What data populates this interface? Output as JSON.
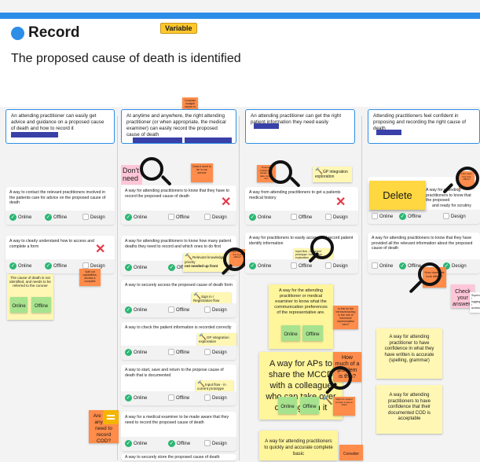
{
  "header": {
    "title": "Record",
    "badge": "Variable",
    "subtitle": "The proposed cause of death is identified",
    "note": "Consider multiple eamer in the outcome"
  },
  "columns": [
    {
      "text": "An attending practitioner can easily get advice and guidance on a proposed cause of death and how to record it"
    },
    {
      "text": "At anytime and anywhere, the right attending practitioner (or when appropriate, the medical examiner) can easily record the proposed cause of death"
    },
    {
      "text": "An attending practitioner can get the right patient information they need easily"
    },
    {
      "text": "Attending practitioners feel confident in proposing and recording the right cause of death"
    }
  ],
  "options": {
    "online": "Online",
    "offline": "Offline",
    "design": "Design"
  },
  "cards": {
    "c1a": "A way to contact the relevant practitioners involved in the patients care for advice on the proposed cause of death",
    "c1b": "A way to clearly understand how to access and complete a form",
    "c2a": "A way for attending practitioners to know that they have to record the proposed cause of death",
    "c2b": "A way for attending practitioners to know how many patient deaths they need to record and which ones to do first",
    "c2c": "A way to securely access the proposed cause of death form",
    "c2d": "A way to check the patient information is recorded correctly",
    "c2e": "A way to start, save and return to the propose cause of death that is documented",
    "c2f": "A way for a medical examiner to be made aware that they need to record the proposed cause of death",
    "c2g": "A way to securely store the proposed cause of death",
    "c3a": "A way from attending practitioners to get a patients medical history",
    "c3b": "A way for practitioners to easily access and record patient identify information",
    "c4a": "A way for attending practitioners to know that the proposed",
    "c4a2": "and ready for scrutiny",
    "c4b": "A way for attending practitioners to know that they have provided all the relevant information about the proposed cause of death"
  },
  "stickies": {
    "online": "Online",
    "offline": "Offline",
    "cause_unknown": "The cause of death is not identified, and needs to be referred to the coroner",
    "split_capabilities": "Split out capabilities: access & complete",
    "dont_need": "Don't need",
    "does_it_need": "Does it need to be in our service",
    "relevant_knowledge": "Relevant knowledge / priority",
    "not_needed": "not needed up front",
    "sign_in": "Sign in / Registration flow",
    "gp_integration": "GP integration exploration",
    "input_flow": "Input flow - in current prototype",
    "are_there": "Are there any that need to record COD?",
    "potential": "Potential intelligence / design: may take care of this",
    "gp_integration2": "GP integration exploration",
    "input_flow2": "Input flow - in current prototype / integration exploration",
    "communication": "A way for the attending practitioner or medical examiner to know what the communication preferences of the representative are.",
    "is_this_for": "Is this for the bereaved/acting in the role of informant/ representative here?",
    "share_mccd": "A way for APs to share the MCCD with a colleague who can take over dealing with it",
    "how_much": "How much of a problem is this?",
    "quick_basic": "A way for attending practitioners to quickly and accurate complete basic",
    "consider": "Consider",
    "delete": "Delete",
    "how_does_offline": "How does this look offline?",
    "how_does_offline2": "How does this look offline?",
    "check_answers": "Check your answers",
    "confidence": "A way for attending practitioner to have confidence in what they have written is accurate (spelling, grammar)",
    "cod_acceptable": "A way for attending practitioners to have confidence that their documented COD is acceptable",
    "supervision": "Supervision / logging / access"
  },
  "colors": {
    "accent": "#2d8ee8",
    "navy": "#3941a8",
    "orange": "#ff8c4a",
    "yellow": "#fff59b",
    "pink": "#ffc6d8",
    "green": "#a7e38f",
    "check": "#2bb673",
    "x": "#e5394a"
  }
}
